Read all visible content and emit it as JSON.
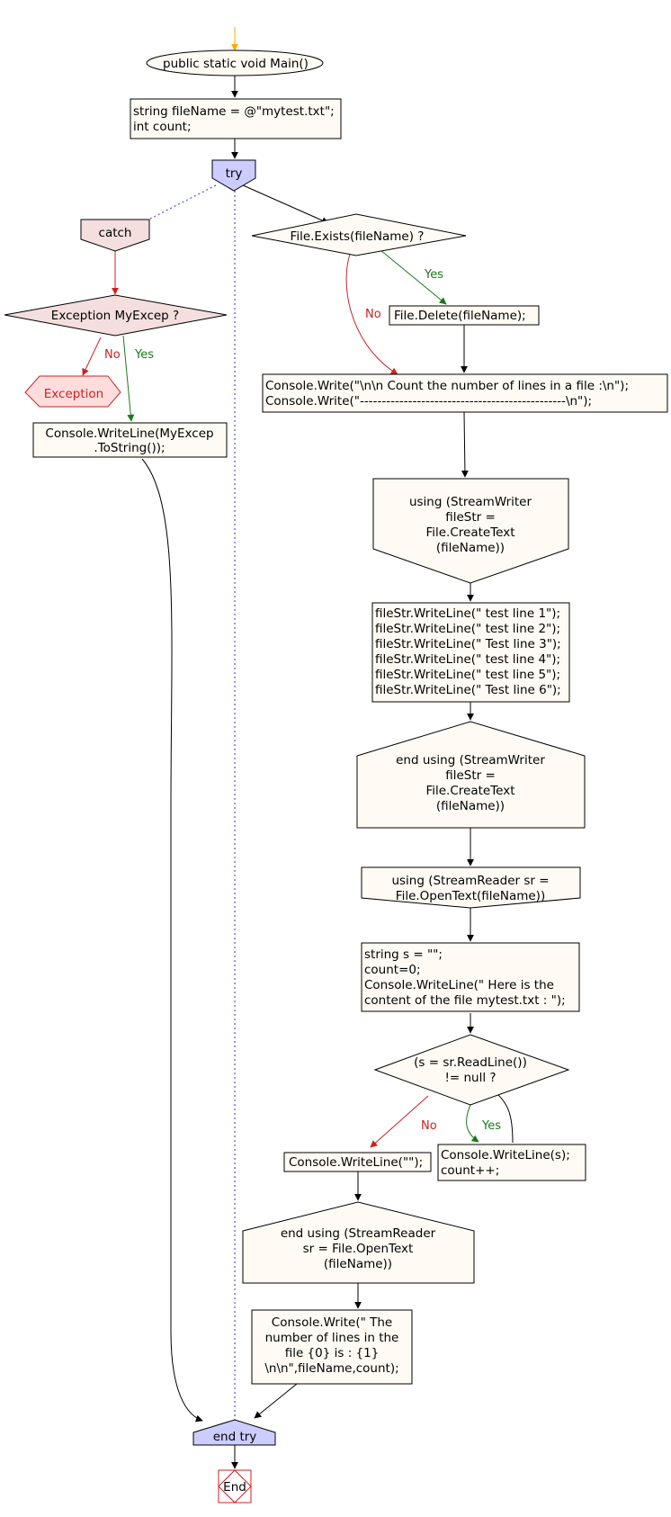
{
  "nodes": {
    "start": "public static void Main()",
    "decl": [
      "string fileName = @\"mytest.txt\";",
      "int count;"
    ],
    "try": "try",
    "catch": "catch",
    "exists": "File.Exists(fileName) ?",
    "exception_cond": "Exception MyExcep ?",
    "exception": "Exception",
    "delete": "File.Delete(fileName);",
    "writeline_ex": [
      "Console.WriteLine(MyExcep",
      ".ToString());"
    ],
    "console_write": [
      "Console.Write(\"\\n\\n Count the number of lines in a file :\\n\");",
      "Console.Write(\"-----------------------------------------------\\n\");"
    ],
    "using_writer": [
      "using (StreamWriter",
      "fileStr =",
      "File.CreateText",
      "(fileName))"
    ],
    "writes": [
      "fileStr.WriteLine(\" test line 1\");",
      "fileStr.WriteLine(\" test line 2\");",
      "fileStr.WriteLine(\" Test line 3\");",
      "fileStr.WriteLine(\" test line 4\");",
      "fileStr.WriteLine(\" test line 5\");",
      "fileStr.WriteLine(\" Test line 6\");"
    ],
    "end_using_writer": [
      "end using (StreamWriter",
      "fileStr =",
      "File.CreateText",
      "(fileName))"
    ],
    "using_reader": [
      "using (StreamReader sr =",
      "File.OpenText(fileName))"
    ],
    "init": [
      "string s = \"\";",
      "count=0;",
      "Console.WriteLine(\" Here is the",
      "content of the file mytest.txt : \");"
    ],
    "readline_cond": [
      "(s = sr.ReadLine())",
      "!= null ?"
    ],
    "writeline_empty": "Console.WriteLine(\"\");",
    "loop_body": [
      "Console.WriteLine(s);",
      "count++;"
    ],
    "end_using_reader": [
      "end using (StreamReader",
      "sr = File.OpenText",
      "(fileName))"
    ],
    "final_write": [
      "Console.Write(\" The",
      "number of lines in  the",
      "file {0} is : {1}",
      "\\n\\n\",fileName,count);"
    ],
    "end_try": "end try",
    "end": "End"
  },
  "edge_labels": {
    "exists_yes": "Yes",
    "exists_no": "No",
    "exc_yes": "Yes",
    "exc_no": "No",
    "read_yes": "Yes",
    "read_no": "No"
  },
  "colors": {
    "node_fill": "#fffbf4",
    "try_fill": "#ccccff",
    "catch_fill": "#f4dede",
    "exception_fill": "#ffdddd",
    "start_arrow": "#ffa500",
    "yes": "#1a7a1a",
    "no": "#cc2222",
    "dotted": "#3333cc"
  }
}
